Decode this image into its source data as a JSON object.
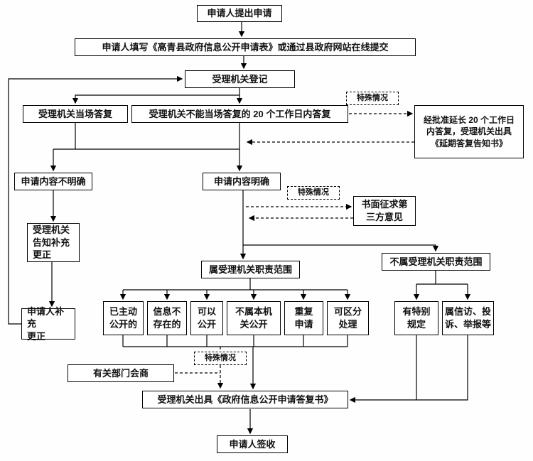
{
  "colors": {
    "background": "#ffffff",
    "box_border": "#000000",
    "line": "#000000",
    "text": "#111111"
  },
  "diagram": {
    "nodes": {
      "apply": "申请人提出申请",
      "fill_form": "申请人填写《高青县政府信息公开申请表》或通过县政府网站在线提交",
      "register": "受理机关登记",
      "onsite_reply": "受理机关当场答复",
      "reply_20days": "受理机关不能当场答复的 20 个工作日内答复",
      "special_case_1": "特殊情况",
      "extension": "经批准延长 20 个工作日\n内答复，受理机关出具\n《延期答复告知书》",
      "content_unclear": "申请内容不明确",
      "content_clear": "申请内容明确",
      "special_case_2": "特殊情况",
      "third_party": "书面征求第\n三方意见",
      "notify_supplement": "受理机关\n告知补充\n更正",
      "within_scope": "属受理机关职责范围",
      "outside_scope": "不属受理机关职责范围",
      "applicant_supplement": "申请人补充\n更正",
      "already_published": "已主动\n公开的",
      "info_not_exist": "信息不\n存在的",
      "can_publish": "可以\n公开",
      "not_this_authority": "不属本机\n关公开",
      "repeat_application": "重复\n申请",
      "separable_handling": "可区分\n处理",
      "special_provisions": "有特别\n规定",
      "petition_complaint": "属信访、投\n诉、举报等",
      "special_case_3": "特殊情况",
      "consultation": "有关部门会商",
      "issue_reply_doc": "受理机关出具《政府信息公开申请答复书》",
      "sign": "申请人签收"
    }
  }
}
